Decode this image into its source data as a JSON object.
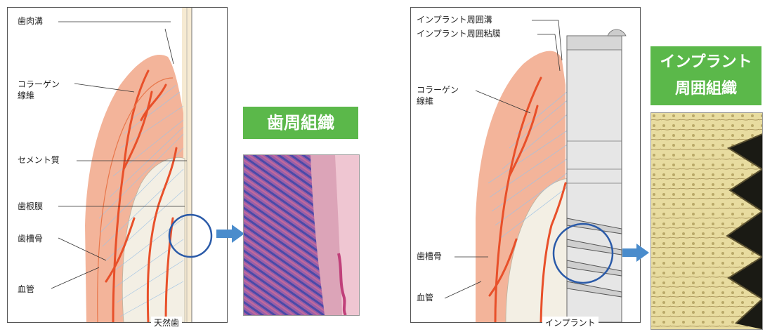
{
  "left": {
    "labels": [
      "歯肉溝",
      "コラーゲン",
      "線維",
      "セメント質",
      "歯根膜",
      "歯槽骨",
      "血管"
    ],
    "caption": "天然歯",
    "badge": "歯周組織"
  },
  "right": {
    "labels": [
      "インプラント周囲溝",
      "インプラント周囲粘膜",
      "コラーゲン",
      "線維",
      "歯槽骨",
      "血管"
    ],
    "caption": "インプラント",
    "badge_line1": "インプラント",
    "badge_line2": "周囲組織"
  },
  "colors": {
    "badge": "#5bb84a",
    "vessel": "#e8502a",
    "gum": "#f3b49a",
    "fiber": "#9fc3e4",
    "circle": "#2a5aa8",
    "arrow": "#4a8ccc"
  }
}
